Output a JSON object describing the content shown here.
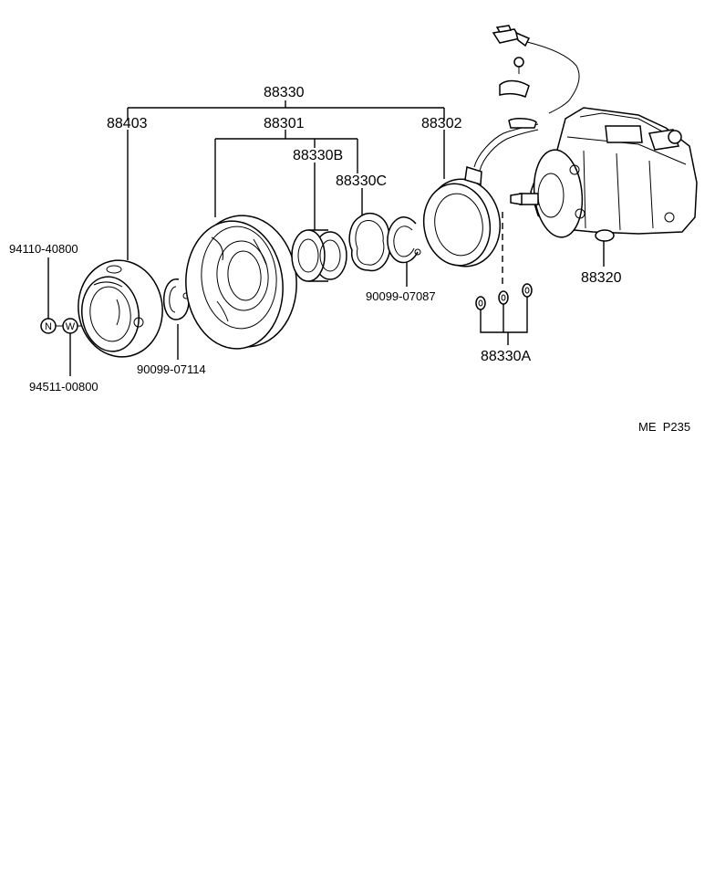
{
  "labels": {
    "assembly": "88330",
    "clutch_hub": "88403",
    "pulley": "88301",
    "bearing": "88330B",
    "cover": "88330C",
    "stator": "88302",
    "compressor": "88320",
    "shims": "88330A",
    "snap_ring_small": "90099-07114",
    "snap_ring_large": "90099-07087",
    "nut_part": "94110-40800",
    "washer_part": "94511-00800",
    "nut_symbol": "N",
    "washer_symbol": "W",
    "page_code": "ME  P235"
  }
}
